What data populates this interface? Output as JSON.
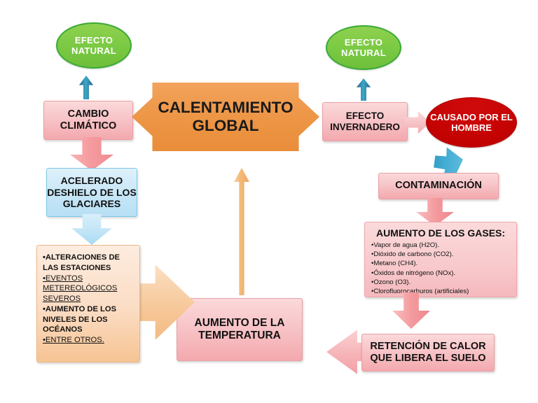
{
  "diagram": {
    "title_node": {
      "label": "CALENTAMIENTO GLOBAL"
    },
    "ovals": {
      "natural_left": "EFECTO NATURAL",
      "natural_right": "EFECTO NATURAL",
      "human_caused": "CAUSADO POR EL HOMBRE"
    },
    "boxes": {
      "climate_change": "CAMBIO CLIMÁTICO",
      "greenhouse_effect": "EFECTO INVERNADERO",
      "glacier_melt": "ACELERADO DESHIELO DE LOS GLACIARES",
      "temperature_rise": "AUMENTO DE LA TEMPERATURA",
      "pollution": "CONTAMINACIÓN",
      "heat_retention": "RETENCIÓN DE CALOR QUE LIBERA EL SUELO"
    },
    "effects_list": {
      "items": [
        {
          "text": "ALTERACIONES DE LAS ESTACIONES",
          "bold": true,
          "underline": false
        },
        {
          "text": "EVENTOS METEREOLÓGICOS SEVEROS",
          "bold": false,
          "underline": true
        },
        {
          "text": "AUMENTO DE LOS NIVELES DE LOS OCÉANOS",
          "bold": true,
          "underline": false
        },
        {
          "text": "ENTRE OTROS.",
          "bold": false,
          "underline": true
        }
      ]
    },
    "gases_list": {
      "title": "AUMENTO DE LOS GASES:",
      "items": [
        "Vapor de agua (H2O).",
        "Dióxido de carbono (CO2).",
        "Metano (CH4).",
        "Óxidos de nitrógeno (NOx).",
        "Ozono (O3).",
        "Clorofluorocarburos (artificiales)"
      ]
    },
    "arrows": [
      {
        "name": "arrow-up-to-natural-left",
        "direction": "up",
        "color": "#2f6b99"
      },
      {
        "name": "arrow-up-to-natural-right",
        "direction": "up",
        "color": "#2f6b99"
      },
      {
        "name": "arrow-global-to-climate-change",
        "direction": "left",
        "color": "#ed9646"
      },
      {
        "name": "arrow-global-to-greenhouse",
        "direction": "right",
        "color": "#ed9646"
      },
      {
        "name": "arrow-climate-to-glacier",
        "direction": "down",
        "color": "#f49ba0"
      },
      {
        "name": "arrow-glacier-to-effects",
        "direction": "down",
        "color": "#bfe4f6"
      },
      {
        "name": "arrow-effects-to-temperature",
        "direction": "right",
        "color": "#f7cb9f"
      },
      {
        "name": "arrow-temperature-to-global",
        "direction": "up",
        "color": "#f3b977"
      },
      {
        "name": "arrow-greenhouse-to-human",
        "direction": "right",
        "color": "#f7c2c5"
      },
      {
        "name": "arrow-human-to-pollution",
        "direction": "down-left-diagonal",
        "color": "#45aed4"
      },
      {
        "name": "arrow-pollution-to-gases",
        "direction": "down",
        "color": "#f49ba0"
      },
      {
        "name": "arrow-gases-to-retention",
        "direction": "down",
        "color": "#f49ba0"
      },
      {
        "name": "arrow-retention-to-temperature",
        "direction": "left",
        "color": "#f6b4b8"
      }
    ],
    "colors": {
      "orange_accent": "#ed9646",
      "pink_box": "#f7c3c6",
      "blue_box": "#c6e6f7",
      "green_oval": "#7ac943",
      "red_oval": "#c00000",
      "soft_orange": "#fbdcc3",
      "background": "#ffffff"
    }
  }
}
